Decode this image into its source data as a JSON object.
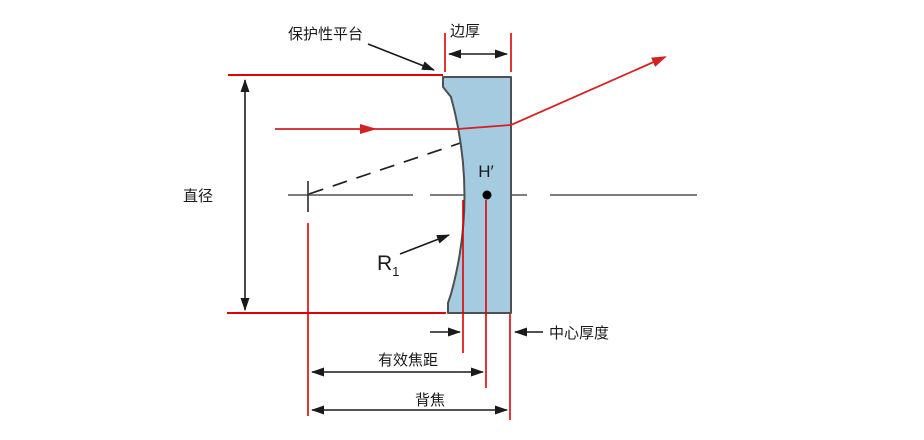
{
  "diagram": {
    "type": "optical-lens-dimension-diagram",
    "lens_type": "plano-concave",
    "labels": {
      "protective_flat": "保护性平台",
      "edge_thickness": "边厚",
      "diameter": "直径",
      "principal_plane": "H′",
      "radius": "R",
      "radius_subscript": "1",
      "center_thickness": "中心厚度",
      "effective_focal_length": "有效焦距",
      "back_focal_length": "背焦"
    },
    "colors": {
      "background": "#ffffff",
      "lens_fill": "#a5cbe0",
      "lens_outline": "#4f4f4f",
      "reference_red": "#e00000",
      "ray_red": "#d42121",
      "axis_gray": "#6b6b6b",
      "text_black": "#1a1a1a"
    }
  }
}
